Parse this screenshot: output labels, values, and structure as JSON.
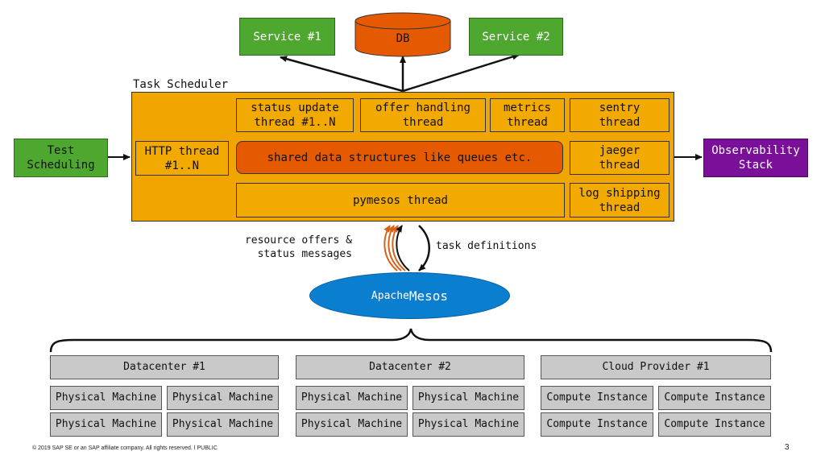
{
  "services": {
    "service1": "Service #1",
    "db": "DB",
    "service2": "Service #2"
  },
  "scheduler": {
    "title": "Task Scheduler",
    "http_thread": "HTTP thread\n#1..N",
    "status_update": "status update\nthread #1..N",
    "offer_handling": "offer handling\nthread",
    "metrics": "metrics\nthread",
    "sentry": "sentry\nthread",
    "shared": "shared data structures like queues etc.",
    "jaeger": "jaeger\nthread",
    "pymesos": "pymesos thread",
    "log_shipping": "log shipping\nthread"
  },
  "external": {
    "test_scheduling": "Test\nScheduling",
    "observability": "Observability\nStack"
  },
  "mesos": {
    "label_small": "Apache ",
    "label_big": "Mesos",
    "resource_offers": "resource offers &\nstatus messages",
    "task_definitions": "task definitions"
  },
  "datacenters": [
    {
      "title": "Datacenter #1",
      "nodes": [
        "Physical Machine",
        "Physical Machine",
        "Physical Machine",
        "Physical Machine"
      ]
    },
    {
      "title": "Datacenter #2",
      "nodes": [
        "Physical Machine",
        "Physical Machine",
        "Physical Machine",
        "Physical Machine"
      ]
    },
    {
      "title": "Cloud Provider #1",
      "nodes": [
        "Compute Instance",
        "Compute Instance",
        "Compute Instance",
        "Compute Instance"
      ]
    }
  ],
  "footer": {
    "copyright": "© 2019 SAP SE or an SAP affiliate company. All rights reserved.  ǀ  PUBLIC",
    "page": "3"
  },
  "colors": {
    "service_green": "#4ea72e",
    "db_orange": "#e55a00",
    "scheduler_orange": "#f0a500",
    "thread_orange": "#f2a900",
    "observability_purple": "#7a0f9a",
    "mesos_blue": "#0a7fd0",
    "node_gray": "#c9c9c9"
  }
}
